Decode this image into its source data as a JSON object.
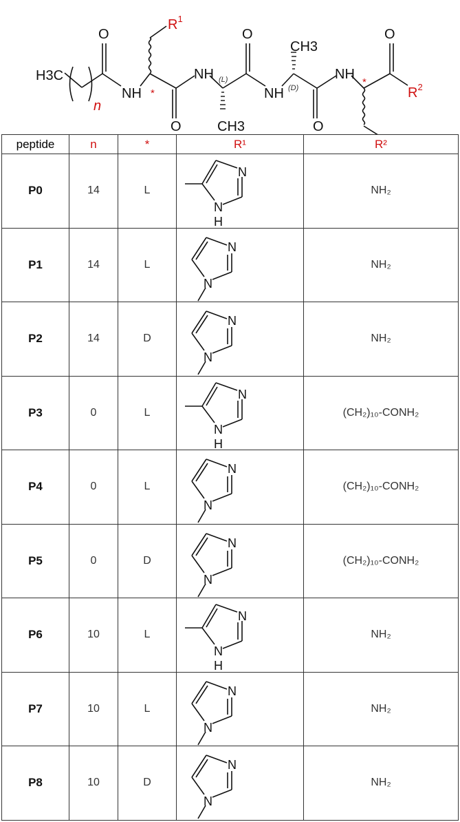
{
  "structure": {
    "h3c": "H3C",
    "n_label": "n",
    "nh": "NH",
    "o": "O",
    "ch3": "CH3",
    "r1": "R",
    "r1_sup": "1",
    "r2": "R",
    "r2_sup": "2",
    "star": "*",
    "l_label": "(L)",
    "d_label": "(D)",
    "accent_color": "#d01010"
  },
  "table": {
    "headers": [
      "peptide",
      "n",
      "*",
      "R¹",
      "R²"
    ],
    "header_colors": [
      "#000000",
      "#d01010",
      "#d01010",
      "#d01010",
      "#d01010"
    ],
    "rows": [
      {
        "peptide": "P0",
        "n": "14",
        "config": "L",
        "r1": "4-imidazolyl",
        "r1_ring": {
          "n_top": "N",
          "n_bottom": "N",
          "h": "H"
        },
        "r2": "NH₂"
      },
      {
        "peptide": "P1",
        "n": "14",
        "config": "L",
        "r1": "1-imidazolyl",
        "r1_ring": {
          "n_top": "N",
          "n_bottom": "N"
        },
        "r2": "NH₂"
      },
      {
        "peptide": "P2",
        "n": "14",
        "config": "D",
        "r1": "1-imidazolyl",
        "r1_ring": {
          "n_top": "N",
          "n_bottom": "N"
        },
        "r2": "NH₂"
      },
      {
        "peptide": "P3",
        "n": "0",
        "config": "L",
        "r1": "4-imidazolyl",
        "r1_ring": {
          "n_top": "N",
          "n_bottom": "N",
          "h": "H"
        },
        "r2": "(CH₂)₁₀-CONH₂"
      },
      {
        "peptide": "P4",
        "n": "0",
        "config": "L",
        "r1": "1-imidazolyl",
        "r1_ring": {
          "n_top": "N",
          "n_bottom": "N"
        },
        "r2": "(CH₂)₁₀-CONH₂"
      },
      {
        "peptide": "P5",
        "n": "0",
        "config": "D",
        "r1": "1-imidazolyl",
        "r1_ring": {
          "n_top": "N",
          "n_bottom": "N"
        },
        "r2": "(CH₂)₁₀-CONH₂"
      },
      {
        "peptide": "P6",
        "n": "10",
        "config": "L",
        "r1": "4-imidazolyl",
        "r1_ring": {
          "n_top": "N",
          "n_bottom": "N",
          "h": "H"
        },
        "r2": "NH₂"
      },
      {
        "peptide": "P7",
        "n": "10",
        "config": "L",
        "r1": "1-imidazolyl",
        "r1_ring": {
          "n_top": "N",
          "n_bottom": "N"
        },
        "r2": "NH₂"
      },
      {
        "peptide": "P8",
        "n": "10",
        "config": "D",
        "r1": "1-imidazolyl",
        "r1_ring": {
          "n_top": "N",
          "n_bottom": "N"
        },
        "r2": "NH₂"
      }
    ]
  }
}
